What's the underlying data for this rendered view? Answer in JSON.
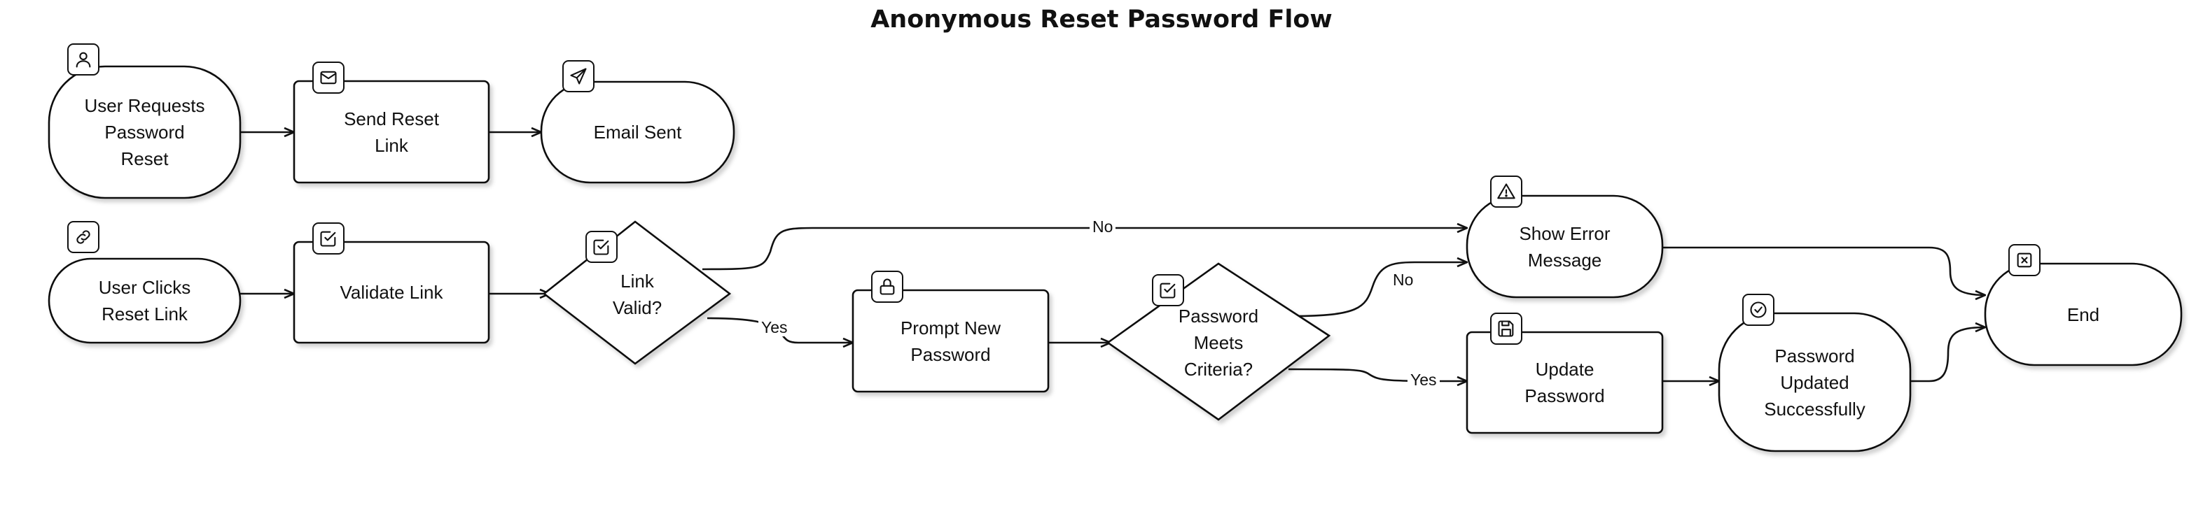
{
  "title": "Anonymous Reset Password Flow",
  "nodes": {
    "user_requests": {
      "label": "User Requests\nPassword\nReset",
      "icon": "user-icon"
    },
    "send_link": {
      "label": "Send Reset\nLink",
      "icon": "mail-icon"
    },
    "email_sent": {
      "label": "Email Sent",
      "icon": "send-icon"
    },
    "user_clicks": {
      "label": "User Clicks\nReset Link",
      "icon": "link-icon"
    },
    "validate_link": {
      "label": "Validate Link",
      "icon": "check-square-icon"
    },
    "link_valid": {
      "label": "Link\nValid?",
      "icon": "check-square-icon"
    },
    "prompt_password": {
      "label": "Prompt New\nPassword",
      "icon": "lock-icon"
    },
    "criteria": {
      "label": "Password\nMeets\nCriteria?",
      "icon": "check-square-icon"
    },
    "show_error": {
      "label": "Show Error\nMessage",
      "icon": "warning-icon"
    },
    "update_password": {
      "label": "Update\nPassword",
      "icon": "save-icon"
    },
    "updated": {
      "label": "Password\nUpdated\nSuccessfully",
      "icon": "check-circle-icon"
    },
    "end": {
      "label": "End",
      "icon": "close-square-icon"
    }
  },
  "edges": {
    "link_no": "No",
    "link_yes": "Yes",
    "criteria_no": "No",
    "criteria_yes": "Yes"
  },
  "colors": {
    "stroke": "#111111",
    "fill": "#ffffff",
    "shadow": "#d9d9d9"
  }
}
